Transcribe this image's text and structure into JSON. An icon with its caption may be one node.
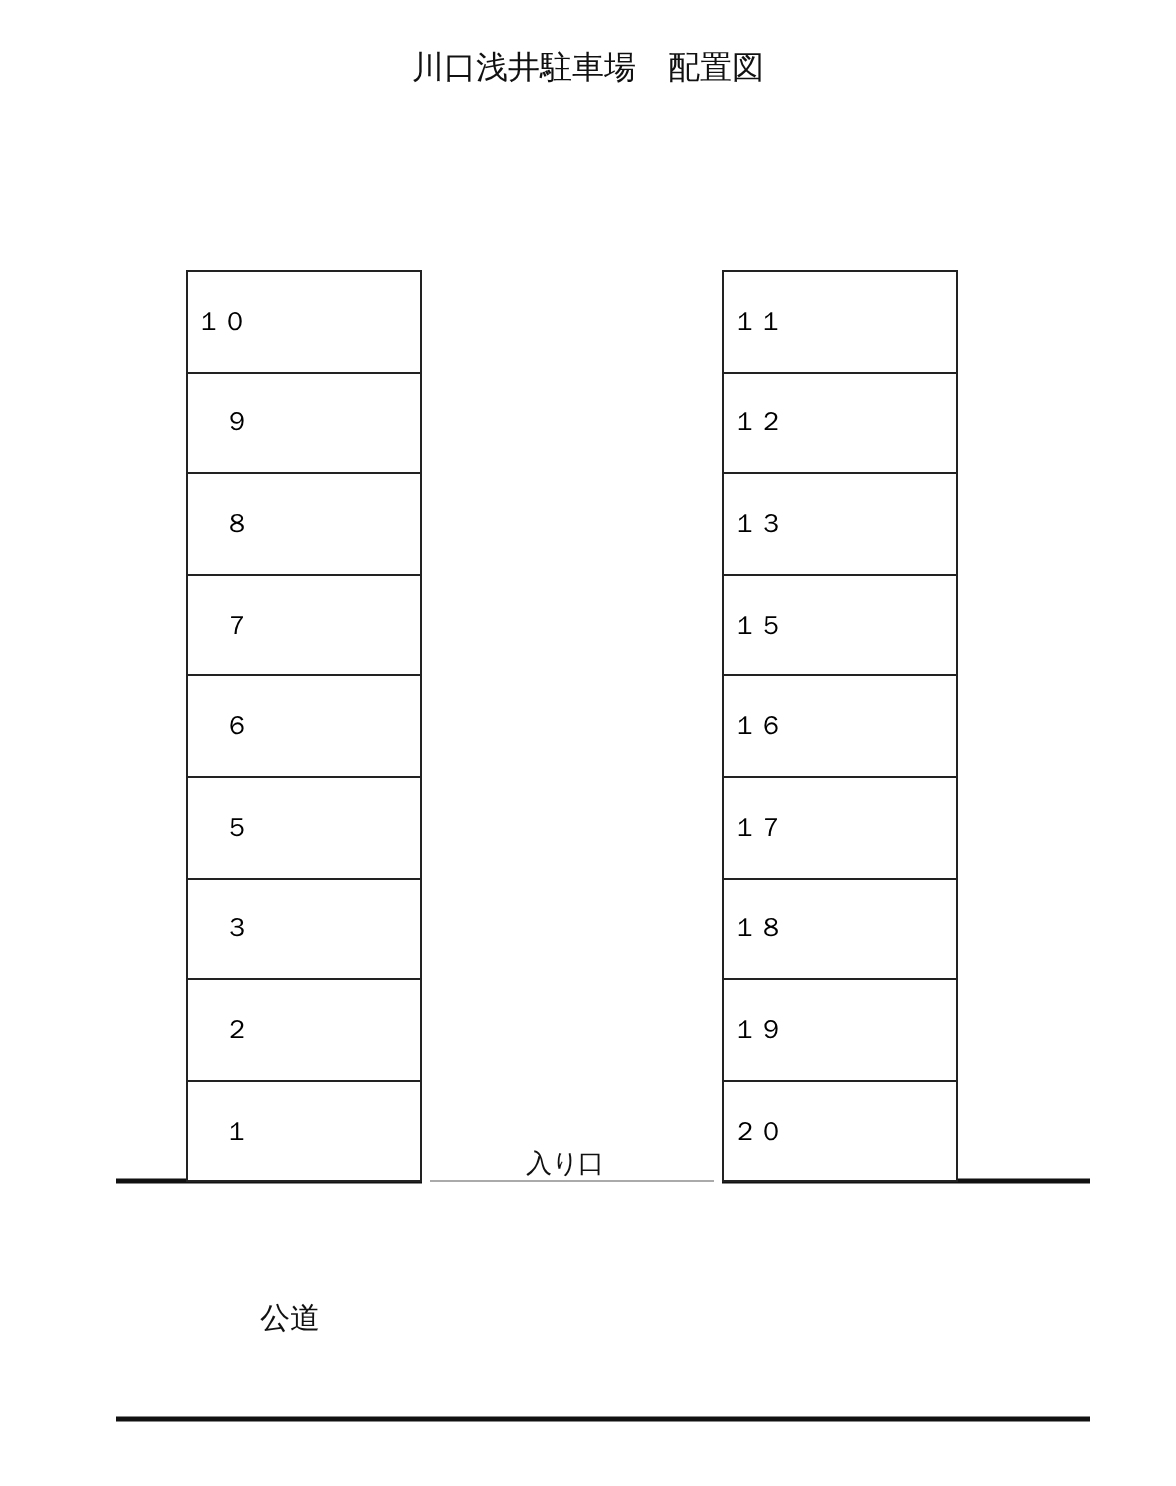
{
  "diagram": {
    "title": "川口浅井駐車場　配置図",
    "nodes": [
      {
        "text": [
          "１０"
        ]
      },
      {
        "text": [
          "９"
        ]
      },
      {
        "text": [
          "８"
        ]
      },
      {
        "text": [
          "７"
        ]
      },
      {
        "text": [
          "６"
        ]
      },
      {
        "text": [
          "５"
        ]
      },
      {
        "text": [
          "３"
        ]
      },
      {
        "text": [
          "２"
        ]
      },
      {
        "text": [
          "１"
        ]
      },
      {
        "text": [
          "１１"
        ]
      },
      {
        "text": [
          "１２"
        ]
      },
      {
        "text": [
          "１３"
        ]
      },
      {
        "text": [
          "１５"
        ]
      },
      {
        "text": [
          "１６"
        ]
      },
      {
        "text": [
          "１７"
        ]
      },
      {
        "text": [
          "１８"
        ]
      },
      {
        "text": [
          "１９"
        ]
      },
      {
        "text": [
          "２０"
        ]
      }
    ],
    "labels": [
      "入り口",
      "公道"
    ]
  }
}
